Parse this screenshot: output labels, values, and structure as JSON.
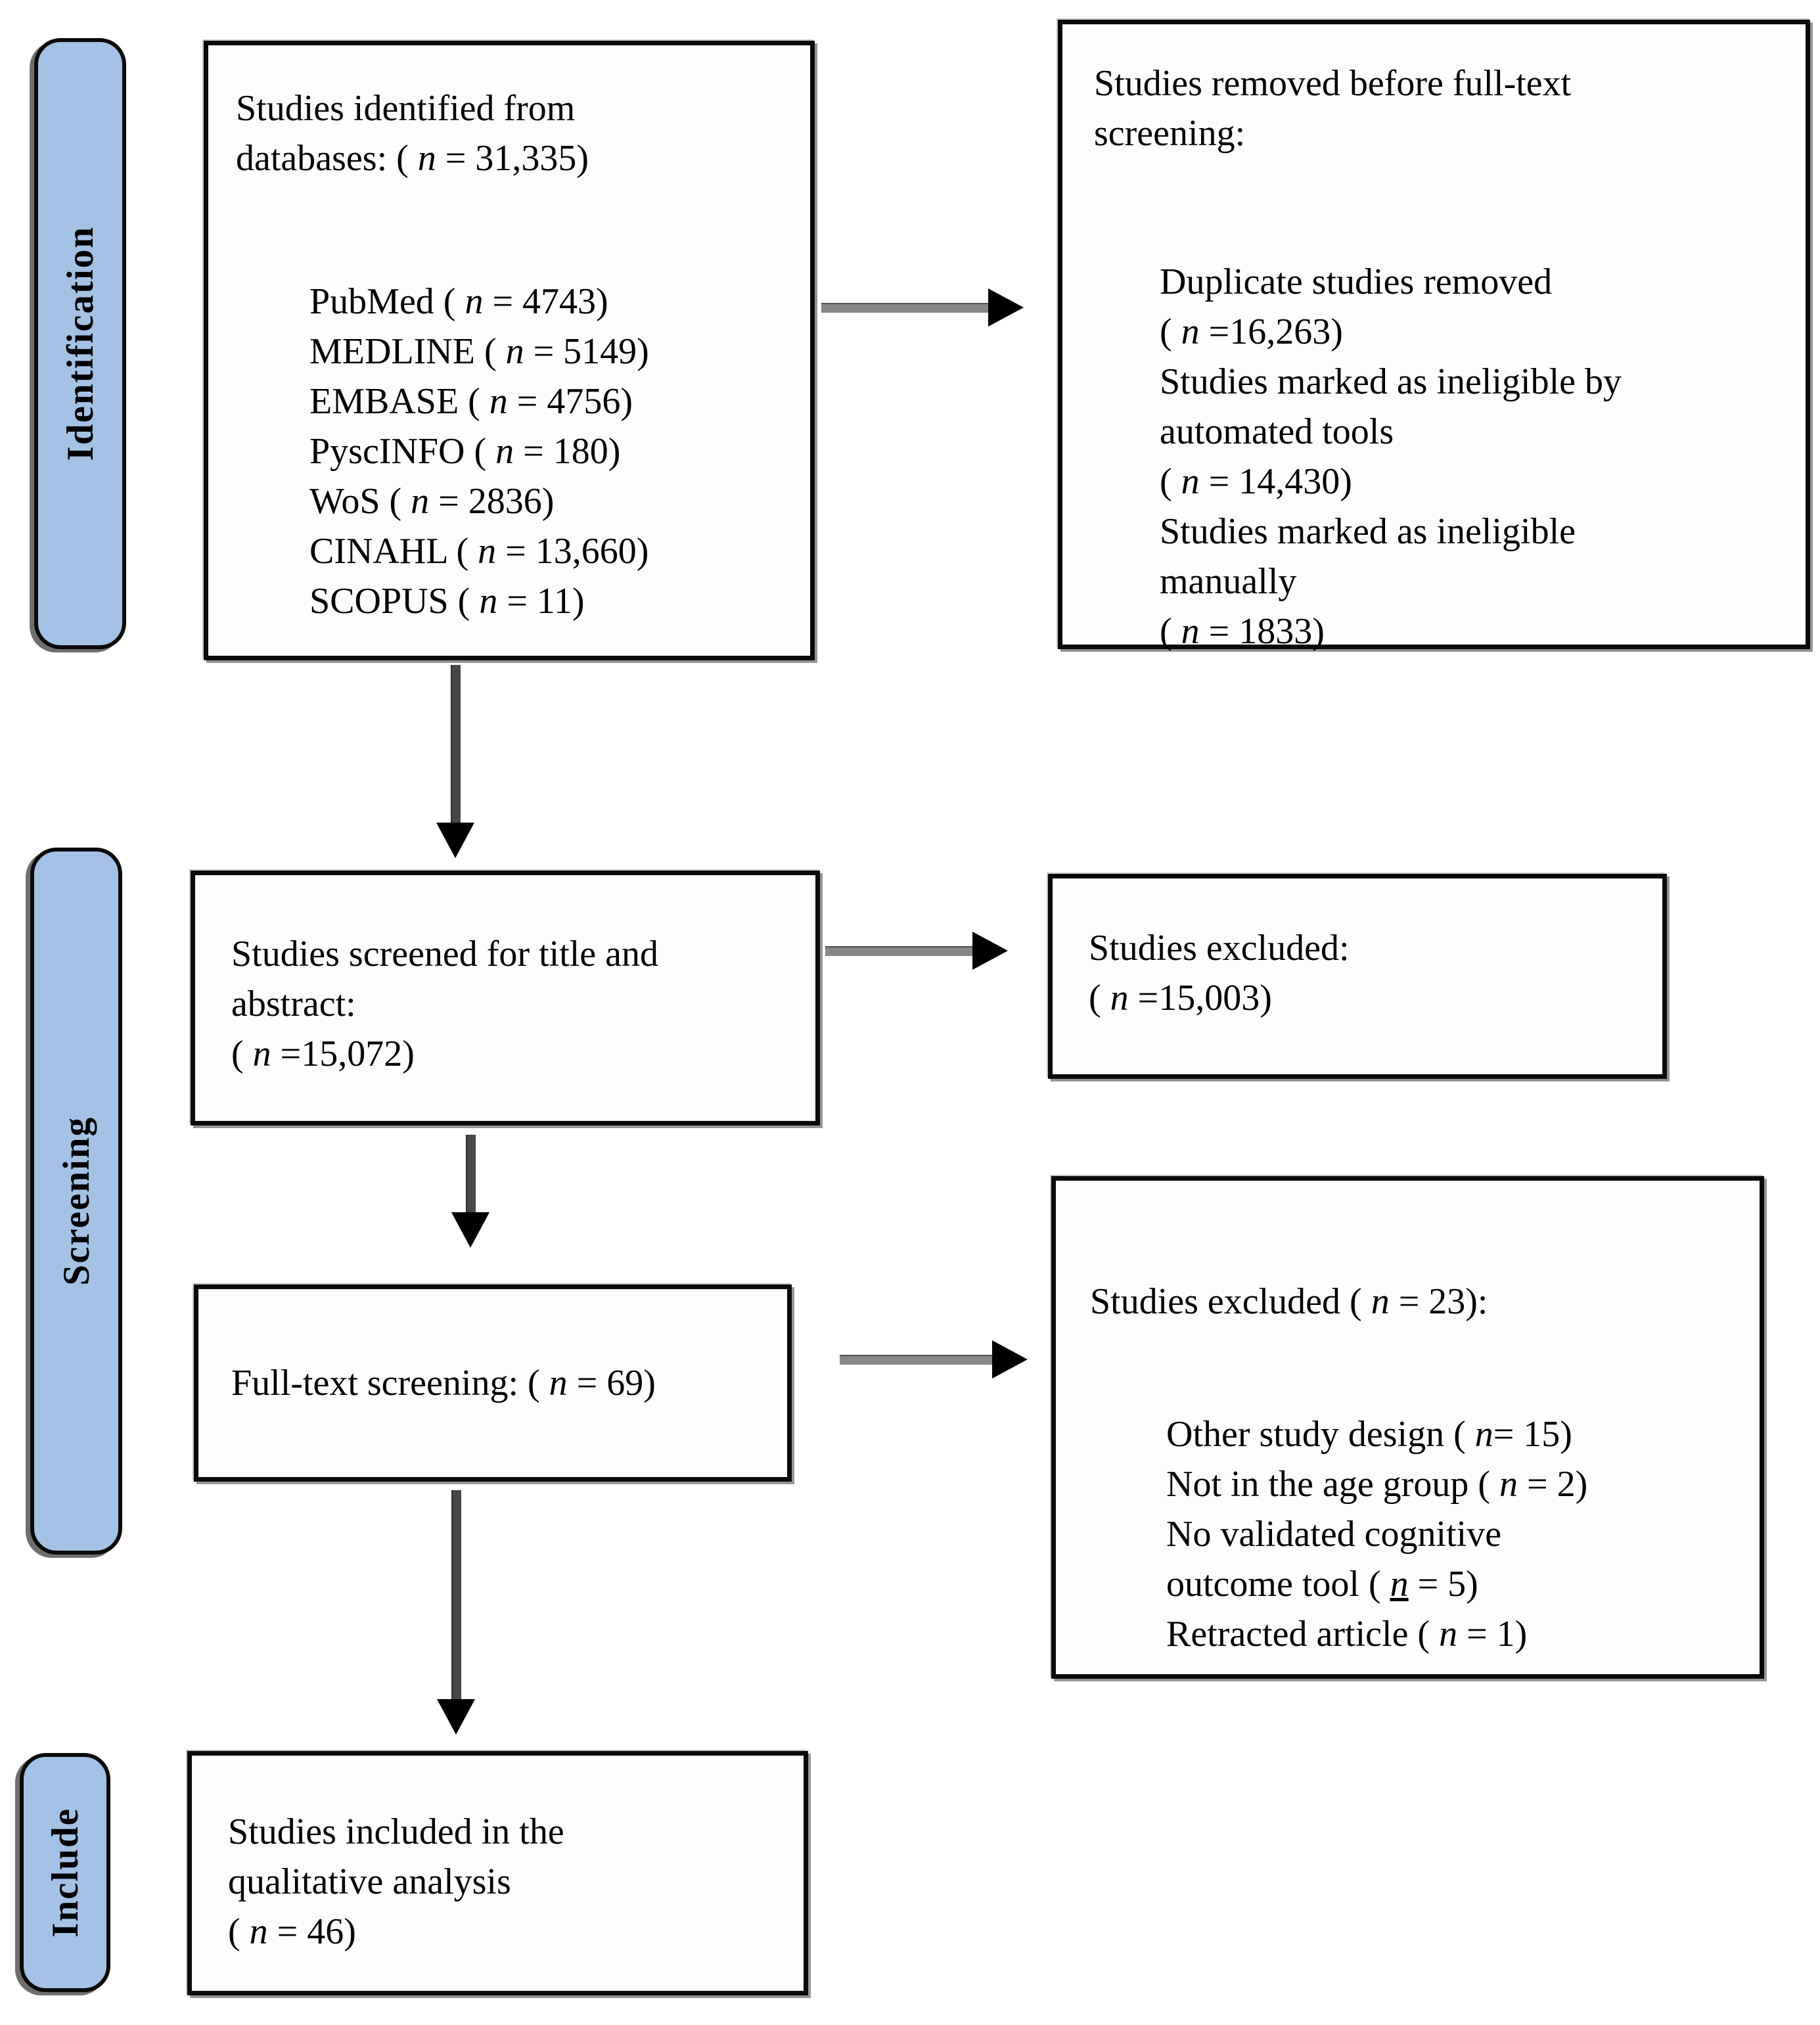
{
  "figure": {
    "stages": [
      {
        "label": "Identification"
      },
      {
        "label": "Screening"
      },
      {
        "label": "Include"
      }
    ],
    "boxes": {
      "identified": {
        "title": "Studies identified from\ndatabases: ( n = 31,335)",
        "items": [
          "PubMed ( n = 4743)",
          "MEDLINE ( n = 5149)",
          "EMBASE ( n = 4756)",
          "PyscINFO ( n = 180)",
          "WoS ( n = 2836)",
          "CINAHL ( n = 13,660)",
          "SCOPUS ( n = 11)"
        ]
      },
      "removed": {
        "title": "Studies removed before full-text\nscreening:",
        "items": [
          "Duplicate studies removed\n( n =16,263)",
          "Studies marked as ineligible by\nautomated tools\n( n = 14,430)",
          "Studies marked as ineligible\nmanually\n( n = 1833)"
        ]
      },
      "screened": {
        "text": "Studies screened for title and\nabstract:\n( n =15,072)"
      },
      "excluded_title_abstract": {
        "text": "Studies excluded:\n( n =15,003)"
      },
      "fulltext": {
        "text": "Full-text screening: ( n = 69)"
      },
      "excluded_fulltext": {
        "title": "Studies excluded ( n = 23):",
        "items": [
          "Other study design ( n= 15)",
          "Not in the age group ( n = 2)",
          {
            "text": "No validated cognitive\noutcome tool ( n = 5)",
            "underline_n": true
          },
          "Retracted article ( n = 1)"
        ]
      },
      "included": {
        "text": "Studies included in the\nqualitative analysis\n( n = 46)"
      }
    },
    "colors": {
      "stage_fill": "#a4c2e6",
      "box_border": "#0a0a0a",
      "arrow_head": "#000000",
      "arrow_shaft_horizontal": "#878787",
      "arrow_shaft_vertical": "#474747"
    }
  }
}
